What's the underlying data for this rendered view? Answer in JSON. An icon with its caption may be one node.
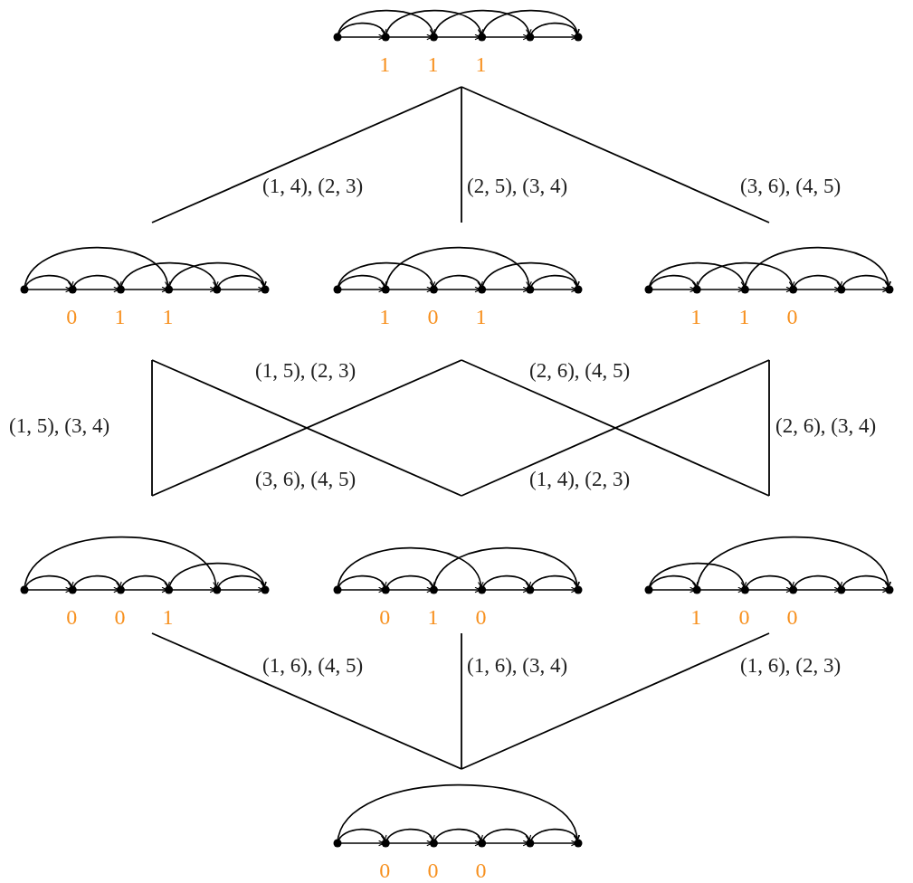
{
  "diagram": {
    "nodes": [
      {
        "text": [
          "1",
          "1",
          "1"
        ]
      },
      {
        "text": [
          "0",
          "1",
          "1"
        ]
      },
      {
        "text": [
          "1",
          "0",
          "1"
        ]
      },
      {
        "text": [
          "1",
          "1",
          "0"
        ]
      },
      {
        "text": [
          "0",
          "0",
          "1"
        ]
      },
      {
        "text": [
          "0",
          "1",
          "0"
        ]
      },
      {
        "text": [
          "1",
          "0",
          "0"
        ]
      },
      {
        "text": [
          "0",
          "0",
          "0"
        ]
      }
    ],
    "edges": [
      {
        "from": 0,
        "to": 1,
        "arrow": "none",
        "label": "(1, 4), (2, 3)"
      },
      {
        "from": 0,
        "to": 2,
        "arrow": "none",
        "label": "(2, 5), (3, 4)"
      },
      {
        "from": 0,
        "to": 3,
        "arrow": "none",
        "label": "(3, 6), (4, 5)"
      },
      {
        "from": 1,
        "to": 4,
        "arrow": "none",
        "label": "(1, 5), (3, 4)"
      },
      {
        "from": 2,
        "to": 4,
        "arrow": "none",
        "label": "(1, 5), (2, 3)"
      },
      {
        "from": 2,
        "to": 6,
        "arrow": "none",
        "label": "(2, 6), (4, 5)"
      },
      {
        "from": 1,
        "to": 5,
        "arrow": "none",
        "label": "(3, 6), (4, 5)"
      },
      {
        "from": 3,
        "to": 5,
        "arrow": "none",
        "label": "(1, 4), (2, 3)"
      },
      {
        "from": 3,
        "to": 6,
        "arrow": "none",
        "label": "(2, 6), (3, 4)"
      },
      {
        "from": 4,
        "to": 7,
        "arrow": "none",
        "label": "(1, 6), (4, 5)"
      },
      {
        "from": 5,
        "to": 7,
        "arrow": "none",
        "label": "(1, 6), (3, 4)"
      },
      {
        "from": 6,
        "to": 7,
        "arrow": "none",
        "label": "(1, 6), (2, 3)"
      }
    ]
  }
}
